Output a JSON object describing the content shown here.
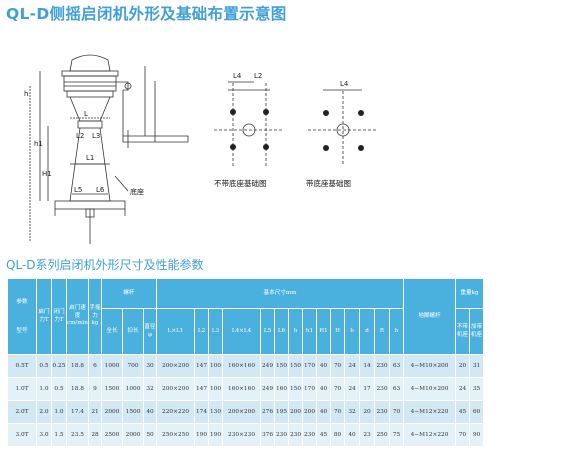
{
  "title": "QL-D侧摇启闭机外形及基础布置示意图",
  "diagram": {
    "labels": {
      "L": "L",
      "L1": "L1",
      "L2": "L2",
      "L3": "L3",
      "L4": "L4",
      "L5": "L5",
      "L6": "L6",
      "h": "h",
      "h1": "h1",
      "H1": "H1",
      "base": "底座"
    },
    "caption_no_base": "不带底座基础图",
    "caption_with_base": "带底座基础图"
  },
  "subtitle": "QL-D系列启闭机外形尺寸及性能参数",
  "table": {
    "header": {
      "param": "参数",
      "model": "型号",
      "open_force": "启门力T",
      "close_force": "闭门力T",
      "open_speed": "启门速度cm/min",
      "hand_force": "手摇力kg",
      "screw": "螺杆",
      "screw_len": "全长",
      "screw_dia": "扣长",
      "screw_d": "直径φ",
      "basic_dims": "基本尺寸mm",
      "dims": [
        "L×L1",
        "L2",
        "L3",
        "L4×L4",
        "L5",
        "L6",
        "h",
        "h1",
        "H1",
        "H",
        "b",
        "d",
        "R",
        "h"
      ],
      "anchor": "地脚螺杆",
      "weight": "重量kg",
      "weight_no_base": "不带机座",
      "weight_with_base": "加带机座"
    },
    "rows": [
      [
        "0.5T",
        "0.5",
        "0.25",
        "18.8",
        "6",
        "1000",
        "700",
        "30",
        "200×200",
        "147",
        "100",
        "160×160",
        "249",
        "150",
        "150",
        "170",
        "40",
        "70",
        "24",
        "14",
        "230",
        "63",
        "4−M10×200",
        "20",
        "31"
      ],
      [
        "1.0T",
        "1.0",
        "0.5",
        "18.8",
        "9",
        "1500",
        "1000",
        "32",
        "200×200",
        "147",
        "100",
        "160×160",
        "249",
        "160",
        "150",
        "170",
        "40",
        "70",
        "24",
        "17",
        "230",
        "63",
        "4−M10×200",
        "24",
        "35"
      ],
      [
        "2.0T",
        "2.0",
        "1.0",
        "17.4",
        "21",
        "2000",
        "1500",
        "40",
        "220×220",
        "174",
        "130",
        "200×200",
        "276",
        "195",
        "200",
        "200",
        "40",
        "70",
        "32",
        "20",
        "230",
        "70",
        "4−M12×220",
        "45",
        "60"
      ],
      [
        "3.0T",
        "3.0",
        "1.5",
        "23.5",
        "28",
        "2500",
        "2000",
        "50",
        "250×250",
        "190",
        "190",
        "230×230",
        "376",
        "230",
        "230",
        "230",
        "45",
        "80",
        "40",
        "23",
        "250",
        "75",
        "4−M12×220",
        "70",
        "90"
      ]
    ]
  }
}
